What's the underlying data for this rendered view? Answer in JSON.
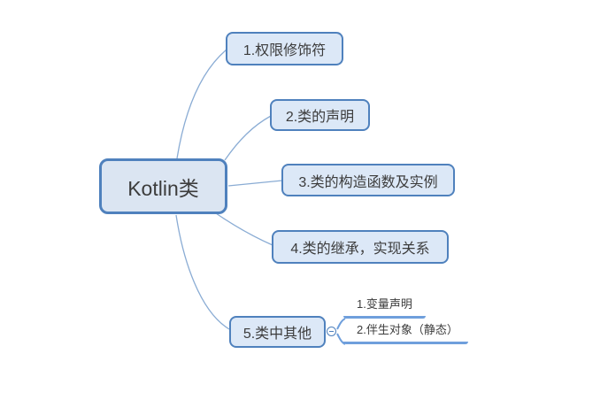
{
  "colors": {
    "node_border": "#4f81bd",
    "node_fill": "#dce8f7",
    "root_fill": "#dbe5f2",
    "connector": "#8aacd4",
    "child_line": "#6f9fdc",
    "text": "#3c3c3c"
  },
  "mindmap": {
    "root": {
      "label": "Kotlin类"
    },
    "branches": [
      {
        "label": "1.权限修饰符"
      },
      {
        "label": "2.类的声明"
      },
      {
        "label": "3.类的构造函数及实例"
      },
      {
        "label": "4.类的继承，实现关系"
      },
      {
        "label": "5.类中其他",
        "toggle_state": "collapsed-minus",
        "children": [
          {
            "label": "1.变量声明"
          },
          {
            "label": "2.伴生对象（静态）"
          }
        ]
      }
    ]
  }
}
